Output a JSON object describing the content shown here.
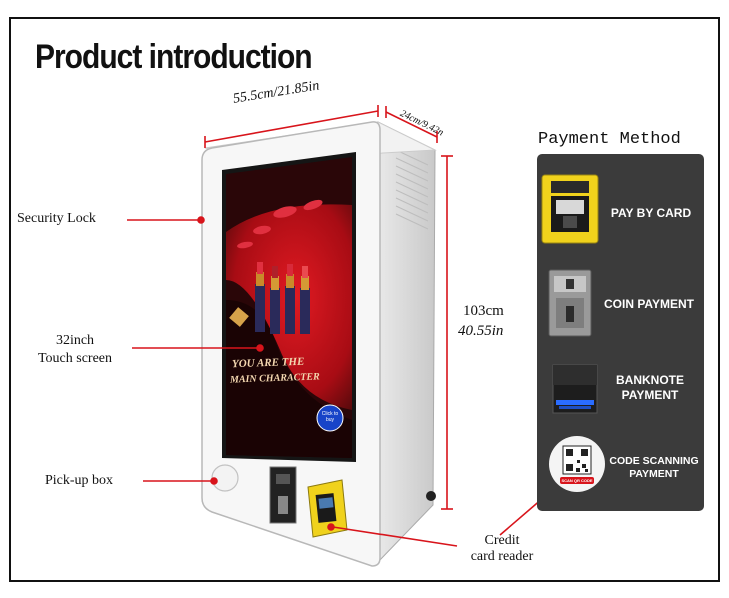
{
  "title": "Product introduction",
  "dimensions": {
    "width": "55.5cm/21.85in",
    "depth": "24cm/9.42n",
    "height_cm": "103cm",
    "height_in": "40.55in"
  },
  "labels": {
    "security_lock": "Security Lock",
    "touch_screen_size": "32inch",
    "touch_screen": "Touch screen",
    "pickup_box": "Pick-up box",
    "credit": "Credit",
    "card_reader": "card reader"
  },
  "screen_ad": {
    "line1": "YOU ARE THE",
    "line2": "MAIN CHARACTER",
    "click_line1": "Click to",
    "click_line2": "buy"
  },
  "payment": {
    "title": "Payment Method",
    "methods": [
      {
        "line1": "PAY BY CARD",
        "line2": "",
        "icon": "card-reader-icon"
      },
      {
        "line1": "COIN PAYMENT",
        "line2": "",
        "icon": "coin-acceptor-icon"
      },
      {
        "line1": "BANKNOTE",
        "line2": "PAYMENT",
        "icon": "bill-acceptor-icon"
      },
      {
        "line1": "CODE SCANNING",
        "line2": "PAYMENT",
        "icon": "qr-code-icon"
      }
    ],
    "qr_caption": "SCAN QR CODE"
  },
  "colors": {
    "pointer_red": "#d8141b",
    "panel": "#3b3b3b",
    "card_yellow": "#f0d21c",
    "screen_red": "#c5101a"
  }
}
